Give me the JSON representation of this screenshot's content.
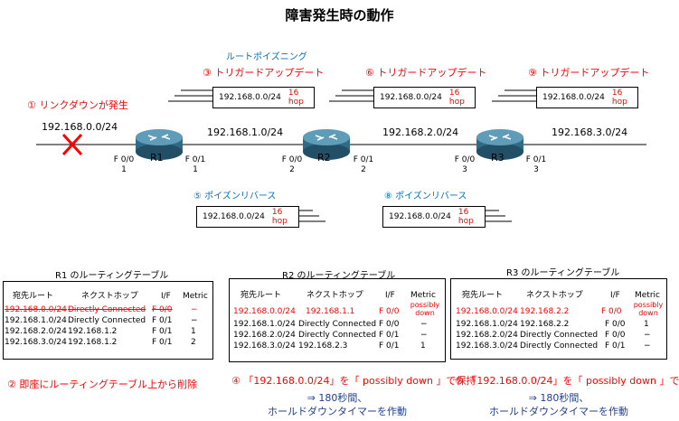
{
  "title": "障害発生時の動作",
  "route_poisoning": "ルートポイズニング",
  "annotations": {
    "a1": "①  リンクダウンが発生",
    "a3": "③  トリガードアップデート",
    "a6": "⑥  トリガードアップデート",
    "a9": "⑨  トリガードアップデート",
    "a5": "⑤  ポイズンリバース",
    "a8": "⑧  ポイズンリバース",
    "a2": "②  即座にルーティングテーブル上から削除",
    "a4": "④ 「192.168.0.0/24」を「 possibly down 」で保持",
    "a7": "⑦ 「192.168.0.0/24」を「 possibly down 」で保持",
    "hold1_line1": "⇒  180秒間、",
    "hold1_line2": "ホールドダウンタイマーを作動",
    "hold2_line1": "⇒  180秒間、",
    "hold2_line2": "ホールドダウンタイマーを作動"
  },
  "packets": {
    "p3": {
      "network": "192.168.0.0/24",
      "hop": "16 hop"
    },
    "p6": {
      "network": "192.168.0.0/24",
      "hop": "16 hop"
    },
    "p9": {
      "network": "192.168.0.0/24",
      "hop": "16 hop"
    },
    "p5": {
      "network": "192.168.0.0/24",
      "hop": "16 hop"
    },
    "p8": {
      "network": "192.168.0.0/24",
      "hop": "16 hop"
    }
  },
  "networks": [
    "192.168.0.0/24",
    "192.168.1.0/24",
    "192.168.2.0/24",
    "192.168.3.0/24"
  ],
  "routers": [
    "R1",
    "R2",
    "R3"
  ],
  "ports": {
    "r1_left": {
      "name": "F 0/0",
      "num": "1"
    },
    "r1_right": {
      "name": "F 0/1",
      "num": "1"
    },
    "r2_left": {
      "name": "F 0/0",
      "num": "2"
    },
    "r2_right": {
      "name": "F 0/1",
      "num": "2"
    },
    "r3_left": {
      "name": "F 0/0",
      "num": "3"
    },
    "r3_right": {
      "name": "F 0/1",
      "num": "3"
    }
  },
  "colors": {
    "red": "#ff0000",
    "blue": "#0070c0",
    "router": "#2d6b86"
  },
  "tables": {
    "r1": {
      "title": "R1 のルーティングテーブル",
      "headers": [
        "宛先ルート",
        "ネクストホップ",
        "I/F",
        "Metric"
      ],
      "rows": [
        [
          "192.168.0.0/24",
          "Directly Connected",
          "F 0/0",
          "−"
        ],
        [
          "192.168.1.0/24",
          "Directly Connected",
          "F 0/1",
          "−"
        ],
        [
          "192.168.2.0/24",
          "192.168.1.2",
          "F 0/1",
          "1"
        ],
        [
          "192.168.3.0/24",
          "192.168.1.2",
          "F 0/1",
          "2"
        ]
      ]
    },
    "r2": {
      "title": "R2 のルーティングテーブル",
      "headers": [
        "宛先ルート",
        "ネクストホップ",
        "I/F",
        "Metric"
      ],
      "rows": [
        [
          "192.168.0.0/24",
          "192.168.1.1",
          "F 0/0",
          "possibly down"
        ],
        [
          "192.168.1.0/24",
          "Directly Connected",
          "F 0/0",
          "−"
        ],
        [
          "192.168.2.0/24",
          "Directly Connected",
          "F 0/1",
          "−"
        ],
        [
          "192.168.3.0/24",
          "192.168.2.3",
          "F 0/1",
          "1"
        ]
      ]
    },
    "r3": {
      "title": "R3 のルーティングテーブル",
      "headers": [
        "宛先ルート",
        "ネクストホップ",
        "I/F",
        "Metric"
      ],
      "rows": [
        [
          "192.168.0.0/24",
          "192.168.2.2",
          "F 0/0",
          "possibly down"
        ],
        [
          "192.168.1.0/24",
          "192.168.2.2",
          "F 0/0",
          "1"
        ],
        [
          "192.168.2.0/24",
          "Directly Connected",
          "F 0/0",
          "−"
        ],
        [
          "192.168.3.0/24",
          "Directly Connected",
          "F 0/1",
          "−"
        ]
      ]
    }
  }
}
